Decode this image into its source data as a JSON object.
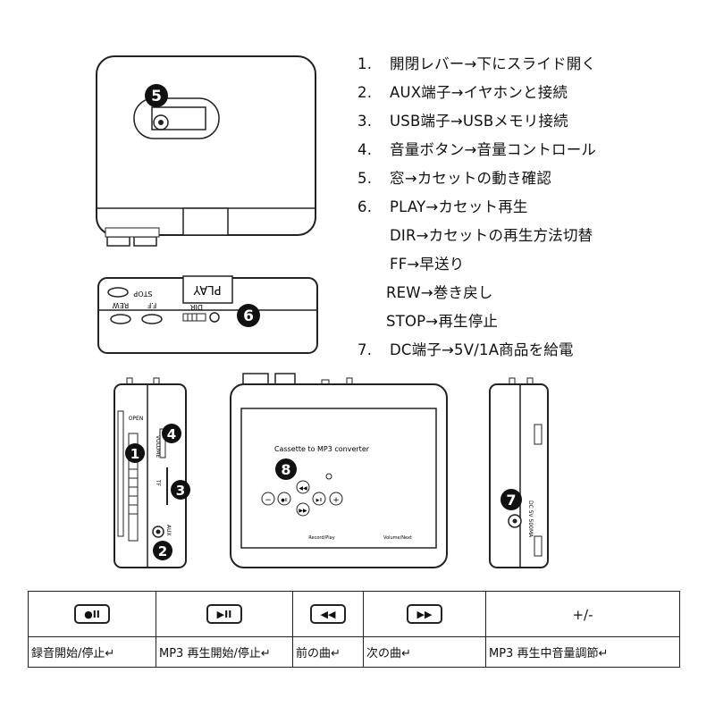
{
  "legend": [
    {
      "num": "1.",
      "text": "開閉レバー→下にスライド開く"
    },
    {
      "num": "2.",
      "text": "AUX端子→イヤホンと接続"
    },
    {
      "num": "3.",
      "text": "USB端子→USBメモリ接続"
    },
    {
      "num": "4.",
      "text": "音量ボタン→音量コントロール"
    },
    {
      "num": "5.",
      "text": "窓→カセットの動き確認"
    },
    {
      "num": "6.",
      "text": "PLAY→カセット再生"
    },
    {
      "num": "",
      "text": "DIR→カセットの再生方法切替"
    },
    {
      "num": "",
      "text": "FF→早送り"
    },
    {
      "num": "",
      "text": "REW→巻き戻し"
    },
    {
      "num": "",
      "text": "STOP→再生停止"
    },
    {
      "num": "7.",
      "text": "DC端子→5V/1A商品を給電"
    }
  ],
  "callouts": {
    "c1": "1",
    "c2": "2",
    "c3": "3",
    "c4": "4",
    "c5": "5",
    "c6": "6",
    "c7": "7",
    "c8": "8"
  },
  "device_labels": {
    "play": "PLAY",
    "stop": "STOP",
    "rew": "REW",
    "ff": "F.F",
    "dir": "DIR",
    "open": "OPEN",
    "volume": "VOLUME",
    "tf": "TF",
    "aux": "AUX",
    "dc": "DC 5V 500MA",
    "front_title": "Cassette to MP3 converter",
    "front_small_left": "Record/Play",
    "front_small_right": "Volume/Next"
  },
  "functions": {
    "buttons": [
      {
        "icon": "record-play-icon",
        "glyph": "●II"
      },
      {
        "icon": "play-pause-icon",
        "glyph": "▶II"
      },
      {
        "icon": "previous-icon",
        "glyph": "◀◀"
      },
      {
        "icon": "next-icon",
        "glyph": "▶▶"
      },
      {
        "icon": "plus-minus",
        "glyph": "+/-"
      }
    ],
    "descriptions": [
      "録音開始/停止↵",
      "MP3 再生開始/停止↵",
      "前の曲↵",
      "次の曲↵",
      "MP3 再生中音量調節↵"
    ]
  }
}
